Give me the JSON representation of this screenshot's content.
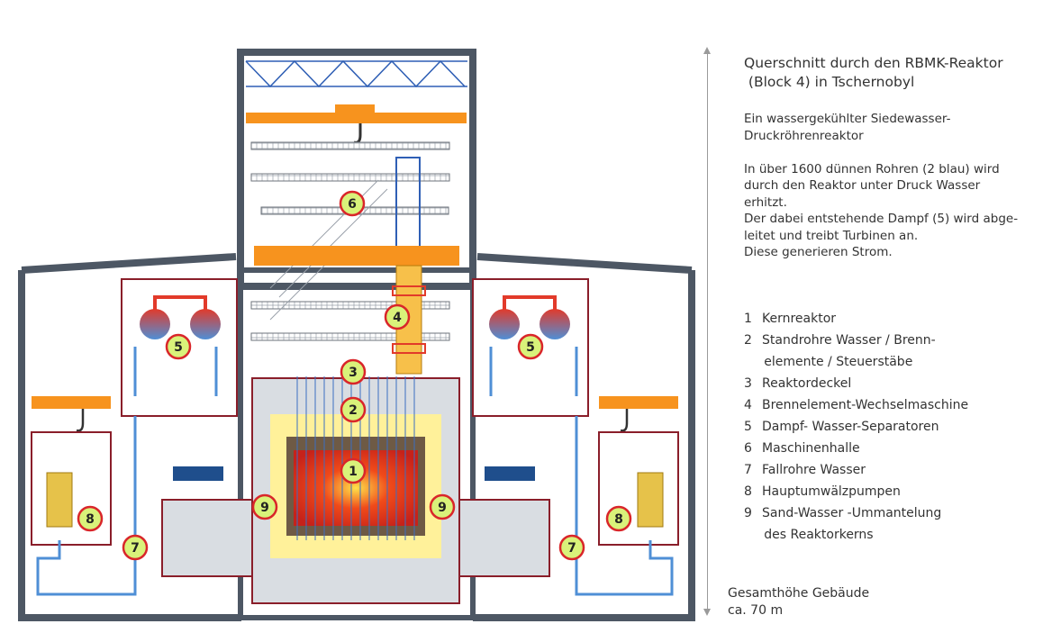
{
  "title": "Querschnitt durch den RBMK-Reaktor\n (Block 4) in Tschernobyl",
  "description": "Ein wassergekühlter Siedewasser-\nDruckröhrenreaktor\n\nIn über 1600 dünnen Rohren (2 blau) wird\ndurch den Reaktor unter Druck Wasser\nerhitzt.\nDer dabei entstehende Dampf (5) wird abge-\nleitet und treibt Turbinen an.\nDiese generieren Strom.",
  "legend": [
    {
      "num": "1",
      "text": "Kernreaktor"
    },
    {
      "num": "2",
      "text": "Standrohre Wasser / Brenn-\n     elemente / Steuerstäbe"
    },
    {
      "num": "3",
      "text": "Reaktordeckel"
    },
    {
      "num": "4",
      "text": "Brennelement-Wechselmaschine"
    },
    {
      "num": "5",
      "text": "Dampf- Wasser-Separatoren"
    },
    {
      "num": "6",
      "text": "Maschinenhalle"
    },
    {
      "num": "7",
      "text": "Fallrohre Wasser"
    },
    {
      "num": "8",
      "text": "Hauptumwälzpumpen"
    },
    {
      "num": "9",
      "text": "Sand-Wasser -Ummantelung\n     des Reaktorkerns"
    }
  ],
  "markers": [
    "1",
    "2",
    "3",
    "4",
    "5",
    "5",
    "6",
    "7",
    "7",
    "8",
    "8",
    "9",
    "9"
  ],
  "height_label": "Gesamthöhe Gebäude\nca. 70 m",
  "colors": {
    "wall": "#4d5764",
    "orange": "#f7931e",
    "marker_fill": "#d9f27a",
    "marker_ring": "#d9262a",
    "pipe_blue": "#4f8fd6",
    "steam_red": "#e23a2a",
    "core": "#e84b1c"
  }
}
